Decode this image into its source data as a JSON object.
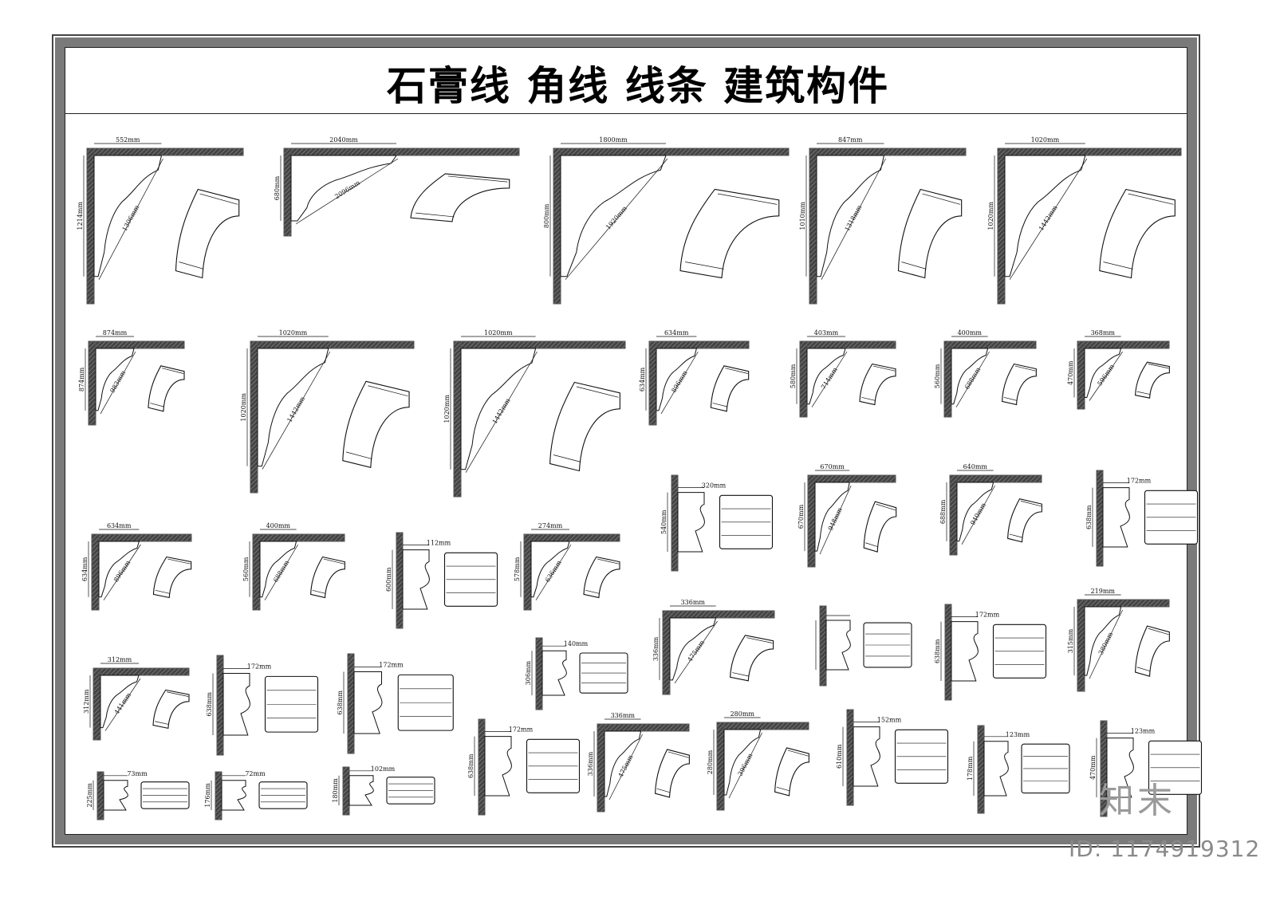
{
  "title": "石膏线  角线  线条  建筑构件",
  "watermark": {
    "logo": "知末",
    "id": "ID: 1174919312"
  },
  "colors": {
    "wall": "#555555",
    "frame_band": "#7a7a7a",
    "line": "#111111"
  },
  "row1": [
    {
      "w": "552mm",
      "h": "1214mm",
      "d": "1306mm"
    },
    {
      "w": "2040mm",
      "h": "680mm",
      "d": "2096mm"
    },
    {
      "w": "1800mm",
      "h": "800mm",
      "d": "1920mm"
    },
    {
      "w": "847mm",
      "h": "1010mm",
      "d": "1318mm"
    },
    {
      "w": "1020mm",
      "h": "1020mm",
      "d": "1442mm"
    }
  ],
  "row2": [
    {
      "w": "874mm",
      "h": "874mm",
      "d": "983mm"
    },
    {
      "w": "1020mm",
      "h": "1020mm",
      "d": "1442mm"
    },
    {
      "w": "1020mm",
      "h": "1020mm",
      "d": "1442mm"
    },
    {
      "w": "634mm",
      "h": "634mm",
      "d": "896mm"
    },
    {
      "w": "403mm",
      "h": "580mm",
      "d": "714mm"
    },
    {
      "w": "400mm",
      "h": "560mm",
      "d": "688mm"
    },
    {
      "w": "368mm",
      "h": "470mm",
      "d": "596mm"
    }
  ],
  "row3_right": [
    {
      "w": "320mm",
      "h": "540mm"
    },
    {
      "w": "670mm",
      "h": "670mm",
      "d": "948mm"
    },
    {
      "w": "640mm",
      "h": "688mm",
      "d": "940mm"
    },
    {
      "w": "172mm",
      "h": "638mm"
    }
  ],
  "row3_left": [
    {
      "w": "634mm",
      "h": "634mm",
      "d": "896mm"
    },
    {
      "w": "400mm",
      "h": "560mm",
      "d": "688mm"
    },
    {
      "w": "112mm",
      "h": "600mm"
    },
    {
      "w": "274mm",
      "h": "578mm",
      "d": "636mm"
    }
  ],
  "row4_right": [
    {
      "w": "336mm",
      "h": "336mm",
      "d": "475mm"
    },
    {
      "w": "172mm",
      "h": "638mm"
    },
    {
      "w": "219mm",
      "h": "315mm",
      "d": "380mm"
    }
  ],
  "row4_left": [
    {
      "w": "312mm",
      "h": "312mm",
      "d": "441mm"
    },
    {
      "w": "172mm",
      "h": "638mm"
    },
    {
      "w": "172mm",
      "h": "638mm"
    },
    {
      "w": "140mm",
      "h": "306mm"
    }
  ],
  "row5": [
    {
      "w": "172mm",
      "h": "638mm"
    },
    {
      "w": "336mm",
      "h": "336mm",
      "d": "475mm"
    },
    {
      "w": "280mm",
      "h": "280mm",
      "d": "396mm"
    },
    {
      "w": "152mm",
      "h": "610mm"
    },
    {
      "w": "123mm",
      "h": "178mm"
    },
    {
      "w": "123mm",
      "h": "470mm"
    }
  ],
  "row6": [
    {
      "w": "73mm",
      "h": "225mm"
    },
    {
      "w": "72mm",
      "h": "176mm"
    },
    {
      "w": "102mm",
      "h": "180mm"
    }
  ]
}
